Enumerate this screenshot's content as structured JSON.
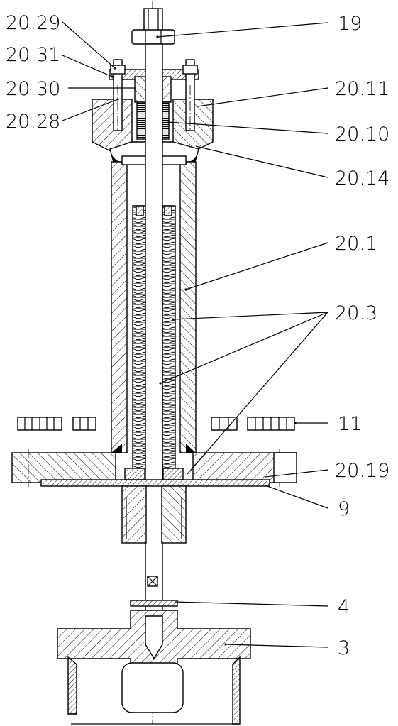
{
  "drawing": {
    "callouts": {
      "c20_29": "20.29",
      "c20_31": "20.31",
      "c20_30": "20.30",
      "c20_28": "20.28",
      "c19": "19",
      "c20_11": "20.11",
      "c20_10": "20.10",
      "c20_14": "20.14",
      "c20_1": "20.1",
      "c20_3": "20.3",
      "c11": "11",
      "c20_19": "20.19",
      "c9": "9",
      "c4": "4",
      "c3": "3"
    }
  }
}
